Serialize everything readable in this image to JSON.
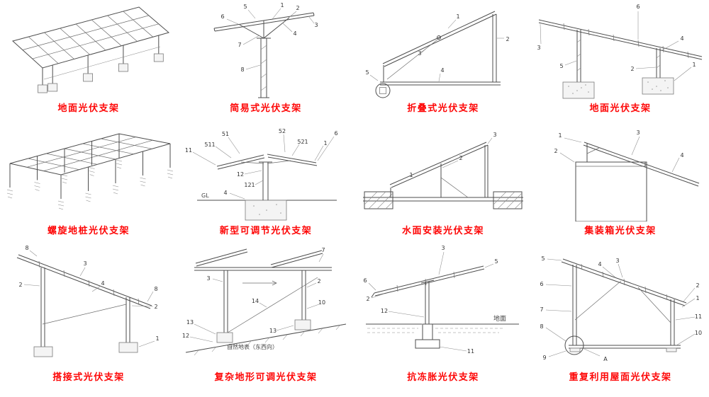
{
  "page": {
    "background": "#ffffff",
    "label_color": "#fe0606",
    "line_color": "#4d4d4d"
  },
  "cells": [
    {
      "label": "地面光伏支架",
      "callouts": []
    },
    {
      "label": "简易式光伏支架",
      "callouts": [
        "1",
        "2",
        "3",
        "4",
        "5",
        "6",
        "7",
        "8"
      ]
    },
    {
      "label": "折叠式光伏支架",
      "callouts": [
        "1",
        "2",
        "3",
        "4",
        "5"
      ]
    },
    {
      "label": "地面光伏支架",
      "callouts": [
        "6",
        "3",
        "5",
        "4",
        "1",
        "2"
      ]
    },
    {
      "label": "螺旋地桩光伏支架",
      "callouts": []
    },
    {
      "label": "新型可调节光伏支架",
      "callouts": [
        "11",
        "51",
        "511",
        "52",
        "521",
        "1",
        "6",
        "12",
        "121",
        "4"
      ],
      "note": "GL"
    },
    {
      "label": "水面安装光伏支架",
      "callouts": [
        "3",
        "2",
        "1"
      ]
    },
    {
      "label": "集装箱光伏支架",
      "callouts": [
        "1",
        "2",
        "3",
        "4"
      ]
    },
    {
      "label": "搭接式光伏支架",
      "callouts": [
        "8",
        "2",
        "3",
        "4",
        "8",
        "2",
        "1"
      ]
    },
    {
      "label": "复杂地形可调光伏支架",
      "callouts": [
        "7",
        "3",
        "2",
        "10",
        "14",
        "13",
        "13",
        "12"
      ],
      "note": "自然地表（东西向）"
    },
    {
      "label": "抗冻胀光伏支架",
      "callouts": [
        "3",
        "5",
        "6",
        "2",
        "12",
        "11"
      ],
      "note": "地面"
    },
    {
      "label": "重复利用屋面光伏支架",
      "callouts": [
        "5",
        "4",
        "3",
        "2",
        "1",
        "11",
        "10",
        "9",
        "8",
        "7",
        "6",
        "A"
      ]
    }
  ]
}
